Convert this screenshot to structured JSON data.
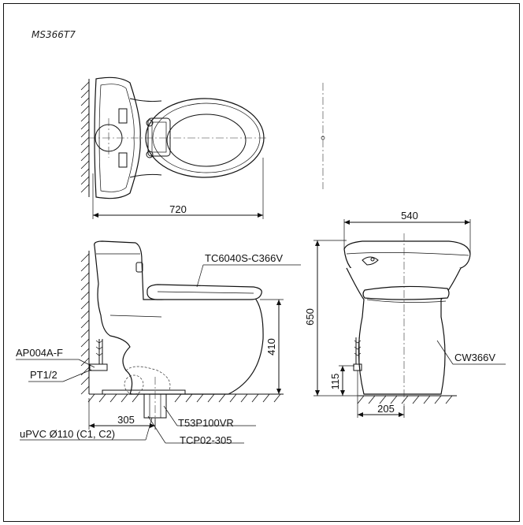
{
  "model": "MS366T7",
  "dimensions": {
    "overall_length": "720",
    "width": "540",
    "total_height": "650",
    "seat_height": "410",
    "supply_height": "115",
    "rough_in": "305",
    "supply_offset": "205"
  },
  "parts": {
    "seat": "TC6040S-C366V",
    "supply_valve": "AP004A-F",
    "thread": "PT1/2",
    "pipe": "uPVC Ø110 (C1, C2)",
    "adapter": "T53P100VR",
    "flange": "TCP02-305",
    "bowl": "CW366V"
  }
}
